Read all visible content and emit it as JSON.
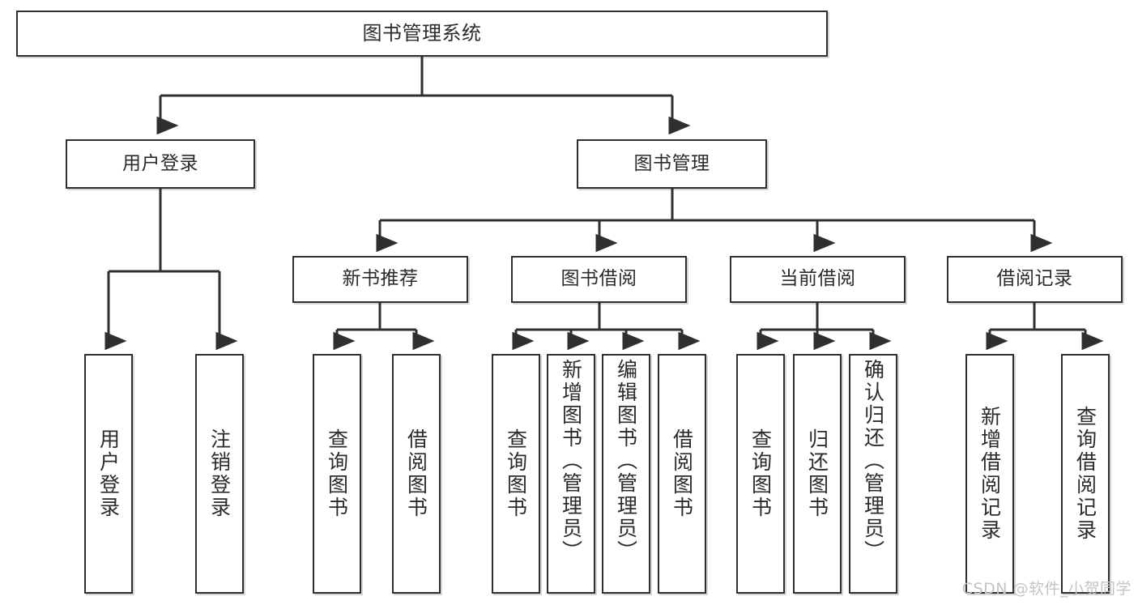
{
  "diagram": {
    "title": "图书管理系统",
    "watermark": "CSDN @软件_小贺同学",
    "colors": {
      "box_border": "#2f2f2f",
      "box_fill": "#ffffff",
      "connector": "#2f2f2f",
      "text": "#2b2b2b",
      "watermark": "#c4c4c4"
    },
    "levels": {
      "root": "图书管理系统",
      "level1": [
        "用户登录",
        "图书管理"
      ],
      "level2": [
        "新书推荐",
        "图书借阅",
        "当前借阅",
        "借阅记录"
      ]
    },
    "nodes": {
      "root": {
        "label": "图书管理系统"
      },
      "user_login": {
        "label": "用户登录"
      },
      "book_manage": {
        "label": "图书管理"
      },
      "new_book_rec": {
        "label": "新书推荐"
      },
      "book_borrow": {
        "label": "图书借阅"
      },
      "current_borrow": {
        "label": "当前借阅"
      },
      "borrow_record": {
        "label": "借阅记录"
      },
      "leaf_user_login": {
        "label": "用户登录"
      },
      "leaf_logout": {
        "label": "注销登录"
      },
      "leaf_query_book_1": {
        "label": "查询图书"
      },
      "leaf_borrow_book_1": {
        "label": "借阅图书"
      },
      "leaf_query_book_2": {
        "label": "查询图书"
      },
      "leaf_add_book": {
        "label": "新增图书（管理员）"
      },
      "leaf_edit_book": {
        "label": "编辑图书（管理员）"
      },
      "leaf_borrow_book_2": {
        "label": "借阅图书"
      },
      "leaf_query_book_3": {
        "label": "查询图书"
      },
      "leaf_return_book": {
        "label": "归还图书"
      },
      "leaf_confirm_return": {
        "label": "确认归还（管理员）"
      },
      "leaf_add_record": {
        "label": "新增借阅记录"
      },
      "leaf_query_record": {
        "label": "查询借阅记录"
      }
    },
    "tree": {
      "name": "图书管理系统",
      "children": [
        {
          "name": "用户登录",
          "children": [
            {
              "name": "用户登录"
            },
            {
              "name": "注销登录"
            }
          ]
        },
        {
          "name": "图书管理",
          "children": [
            {
              "name": "新书推荐",
              "children": [
                {
                  "name": "查询图书"
                },
                {
                  "name": "借阅图书"
                }
              ]
            },
            {
              "name": "图书借阅",
              "children": [
                {
                  "name": "查询图书"
                },
                {
                  "name": "新增图书（管理员）"
                },
                {
                  "name": "编辑图书（管理员）"
                },
                {
                  "name": "借阅图书"
                }
              ]
            },
            {
              "name": "当前借阅",
              "children": [
                {
                  "name": "查询图书"
                },
                {
                  "name": "归还图书"
                },
                {
                  "name": "确认归还（管理员）"
                }
              ]
            },
            {
              "name": "借阅记录",
              "children": [
                {
                  "name": "新增借阅记录"
                },
                {
                  "name": "查询借阅记录"
                }
              ]
            }
          ]
        }
      ]
    }
  }
}
